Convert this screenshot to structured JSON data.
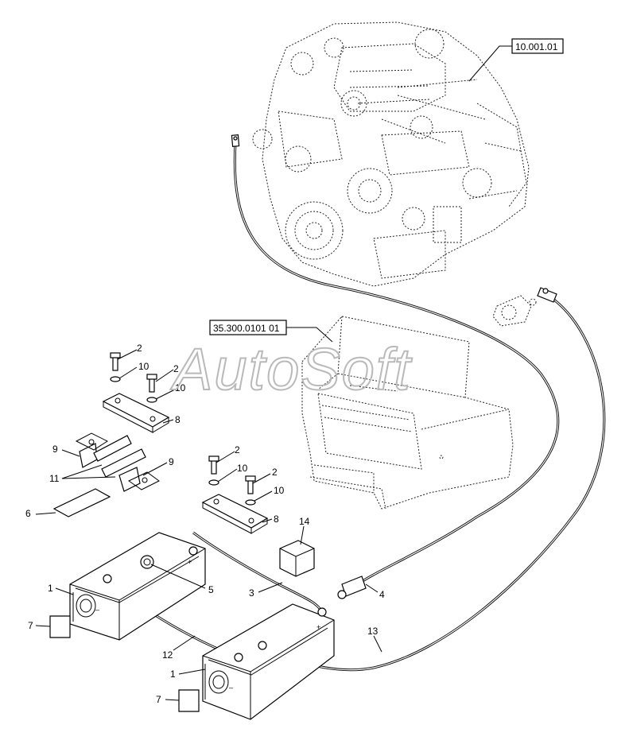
{
  "watermark": "AutoSoft",
  "refs": {
    "engine": "10.001.01",
    "bracket": "35.300.0101 01"
  },
  "callouts": {
    "c1a": "1",
    "c1b": "1",
    "c2a": "2",
    "c2b": "2",
    "c2c": "2",
    "c2d": "2",
    "c3": "3",
    "c4": "4",
    "c5": "5",
    "c6": "6",
    "c7a": "7",
    "c7b": "7",
    "c8a": "8",
    "c8b": "8",
    "c9a": "9",
    "c9b": "9",
    "c10a": "10",
    "c10b": "10",
    "c10c": "10",
    "c10d": "10",
    "c11": "11",
    "c12": "12",
    "c13": "13",
    "c14": "14"
  }
}
